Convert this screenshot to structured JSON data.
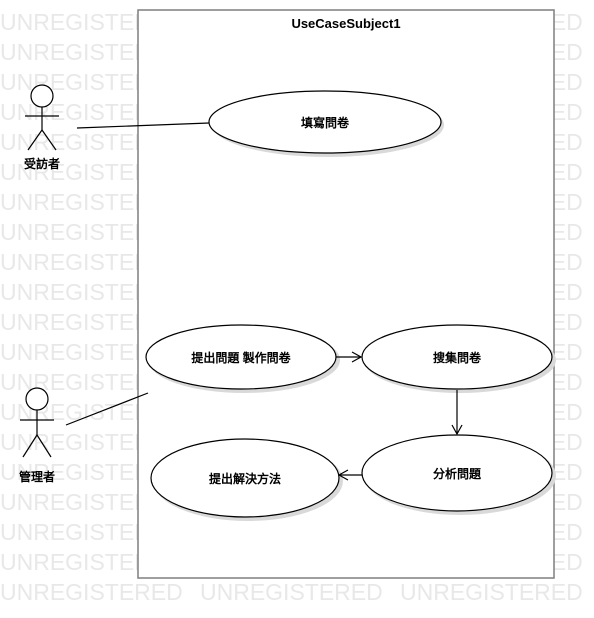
{
  "watermark": {
    "text": "UNREGISTERED",
    "color": "#e8e8e8"
  },
  "system": {
    "title": "UseCaseSubject1",
    "border_color": "#7f7f7f"
  },
  "actors": [
    {
      "id": "respondent",
      "label": "受訪者"
    },
    {
      "id": "manager",
      "label": "管理者"
    }
  ],
  "use_cases": [
    {
      "id": "fill",
      "label": "填寫問卷"
    },
    {
      "id": "make",
      "label": "提出問題 製作問卷"
    },
    {
      "id": "collect",
      "label": "搜集問卷"
    },
    {
      "id": "analyze",
      "label": "分析問題"
    },
    {
      "id": "solve",
      "label": "提出解決方法"
    }
  ],
  "relations": [
    {
      "type": "association",
      "from": "respondent",
      "to": "fill"
    },
    {
      "type": "association",
      "from": "manager",
      "to": "system"
    },
    {
      "type": "dependency",
      "from": "make",
      "to": "collect"
    },
    {
      "type": "dependency",
      "from": "collect",
      "to": "analyze"
    },
    {
      "type": "dependency",
      "from": "analyze",
      "to": "solve"
    }
  ],
  "colors": {
    "line": "#000000",
    "shadow": "#d9d9d9",
    "fill": "#ffffff"
  }
}
